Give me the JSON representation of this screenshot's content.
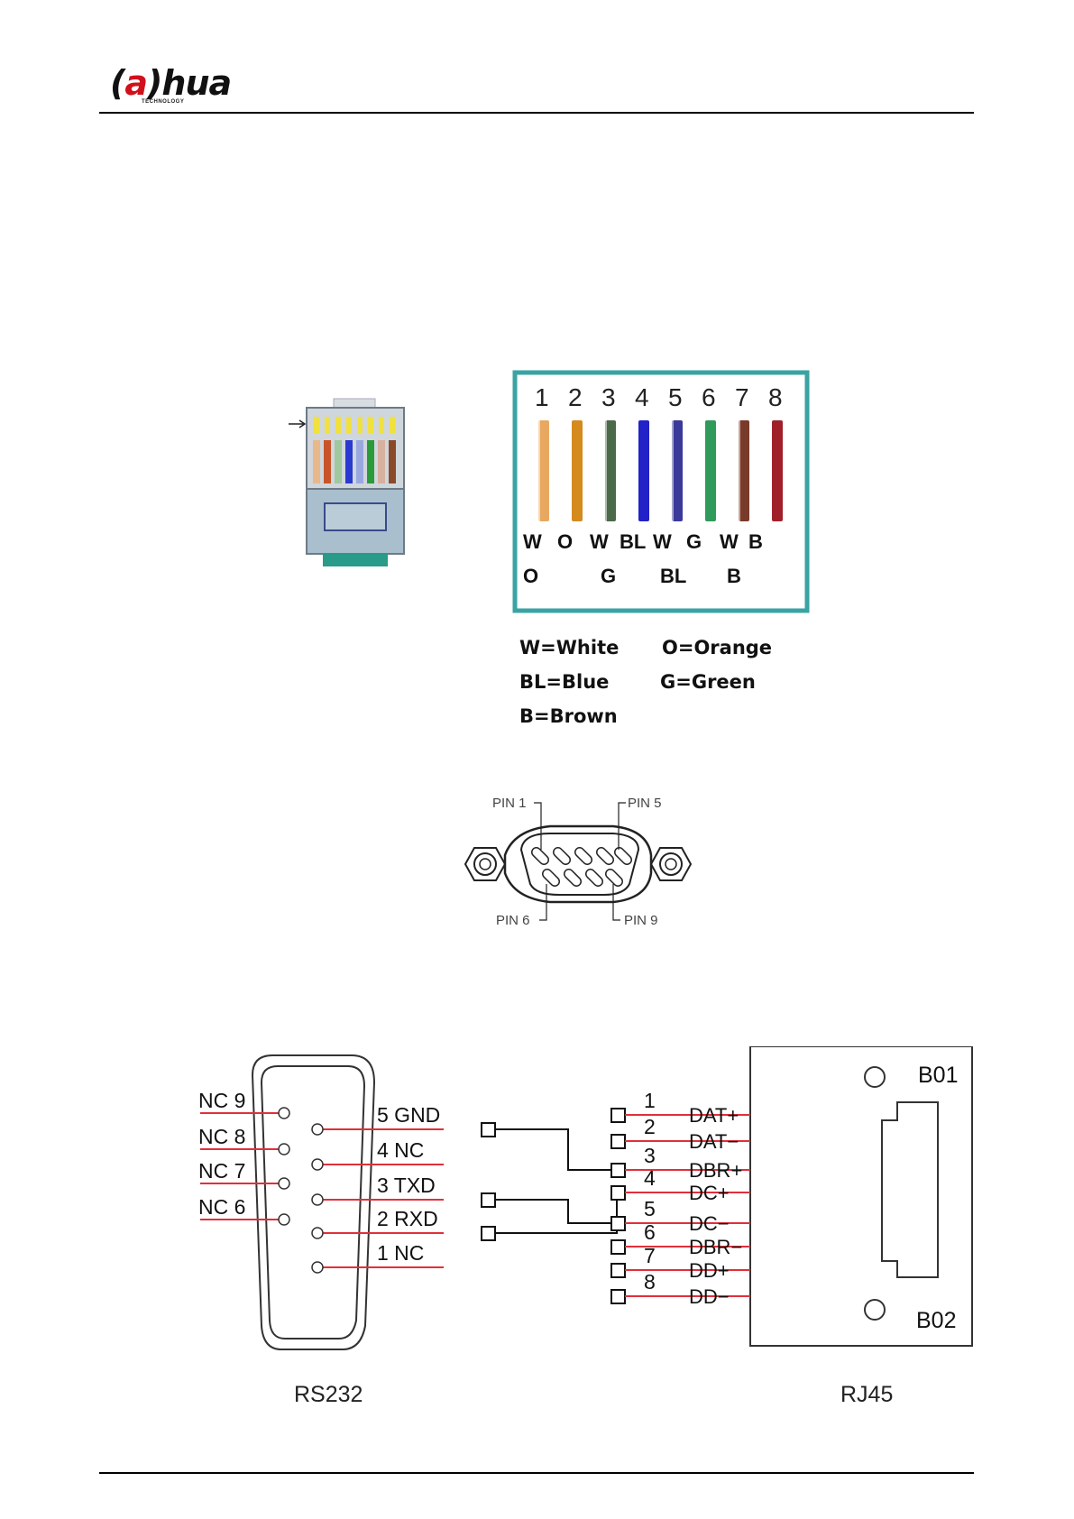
{
  "header": {
    "logo_text_a": "a",
    "logo_text_rest": "hua",
    "logo_sub": "TECHNOLOGY"
  },
  "rj45_diagram": {
    "pin_numbers": [
      "1",
      "2",
      "3",
      "4",
      "5",
      "6",
      "7",
      "8"
    ],
    "wire_colors": [
      "#e8a860",
      "#d58a1e",
      "#4a6a4a",
      "#2222c8",
      "#3a3a9a",
      "#2f9a5a",
      "#7a3a2a",
      "#a0202a"
    ],
    "row1_labels": [
      "W",
      "O",
      "W",
      "BL",
      "W",
      "G",
      "W",
      "B"
    ],
    "row2_labels": [
      "O",
      "G",
      "BL",
      "B"
    ],
    "legend": [
      "W=White",
      "O=Orange",
      "BL=Blue",
      "G=Green",
      "B=Brown"
    ]
  },
  "db9_connector": {
    "pin_labels": [
      "PIN 1",
      "PIN 5",
      "PIN 6",
      "PIN 9"
    ]
  },
  "wiring": {
    "rs232_pins_left": [
      "NC 9",
      "NC 8",
      "NC 7",
      "NC 6"
    ],
    "rs232_pins_right": [
      "5 GND",
      "4  NC",
      "3 TXD",
      "2 RXD",
      "1  NC"
    ],
    "rj45_pin_numbers": [
      "1",
      "2",
      "3",
      "4",
      "5",
      "6",
      "7",
      "8"
    ],
    "rj45_signals": [
      "DAT+",
      "DAT−",
      "DBR+",
      "DC+",
      "DC−",
      "DBR−",
      "DD+",
      "DD−"
    ],
    "board_labels": [
      "B01",
      "B02"
    ],
    "caption_left": "RS232",
    "caption_right": "RJ45",
    "accent_red": "#e0303a"
  }
}
